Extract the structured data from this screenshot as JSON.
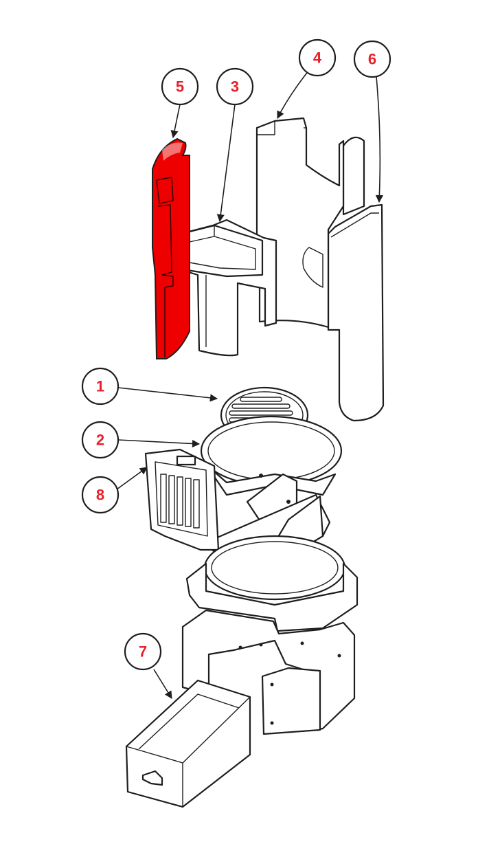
{
  "colors": {
    "highlight": "#ee0000",
    "callout_text": "#e8202a",
    "line": "#1e1e1e",
    "background": "#ffffff"
  },
  "callouts": [
    {
      "id": "1",
      "label": "1"
    },
    {
      "id": "2",
      "label": "2"
    },
    {
      "id": "3",
      "label": "3"
    },
    {
      "id": "4",
      "label": "4"
    },
    {
      "id": "5",
      "label": "5"
    },
    {
      "id": "6",
      "label": "6"
    },
    {
      "id": "7",
      "label": "7"
    },
    {
      "id": "8",
      "label": "8"
    }
  ]
}
